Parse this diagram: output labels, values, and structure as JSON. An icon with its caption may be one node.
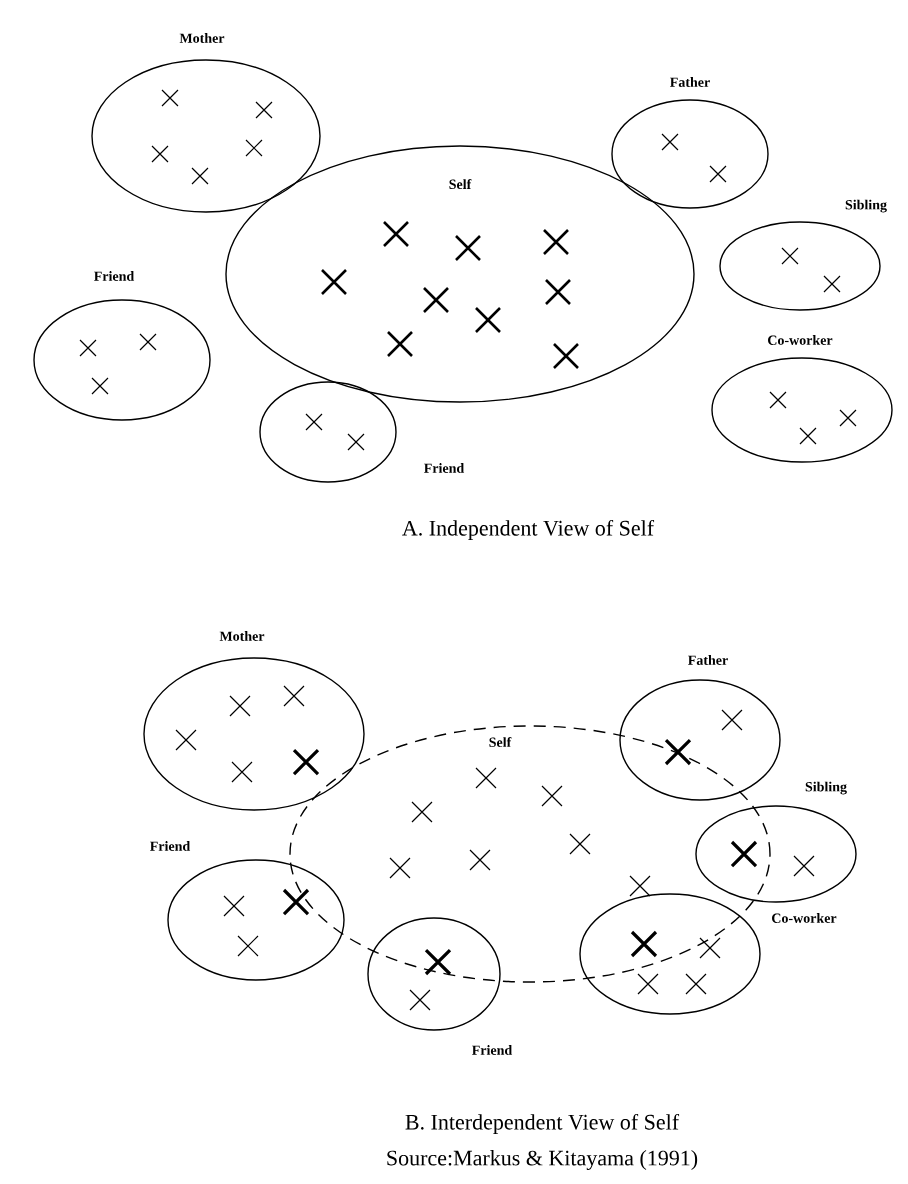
{
  "diagram": {
    "nodes": [
      {
        "text": [
          "Mother"
        ]
      },
      {
        "text": [
          "Self"
        ]
      },
      {
        "text": [
          "Father"
        ]
      },
      {
        "text": [
          "Sibling"
        ]
      },
      {
        "text": [
          "Friend"
        ]
      },
      {
        "text": [
          "Friend"
        ]
      },
      {
        "text": [
          "Co-worker"
        ]
      },
      {
        "text": [
          "Mother"
        ]
      },
      {
        "text": [
          "Self"
        ]
      },
      {
        "text": [
          "Father"
        ]
      },
      {
        "text": [
          "Sibling"
        ]
      },
      {
        "text": [
          "Friend"
        ]
      },
      {
        "text": [
          "Friend"
        ]
      },
      {
        "text": [
          "Co-worker"
        ]
      }
    ],
    "labels": [
      "A. Independent View of Self",
      "B. Interdependent View of Self",
      "Source:Markus & Kitayama (1991)"
    ]
  }
}
